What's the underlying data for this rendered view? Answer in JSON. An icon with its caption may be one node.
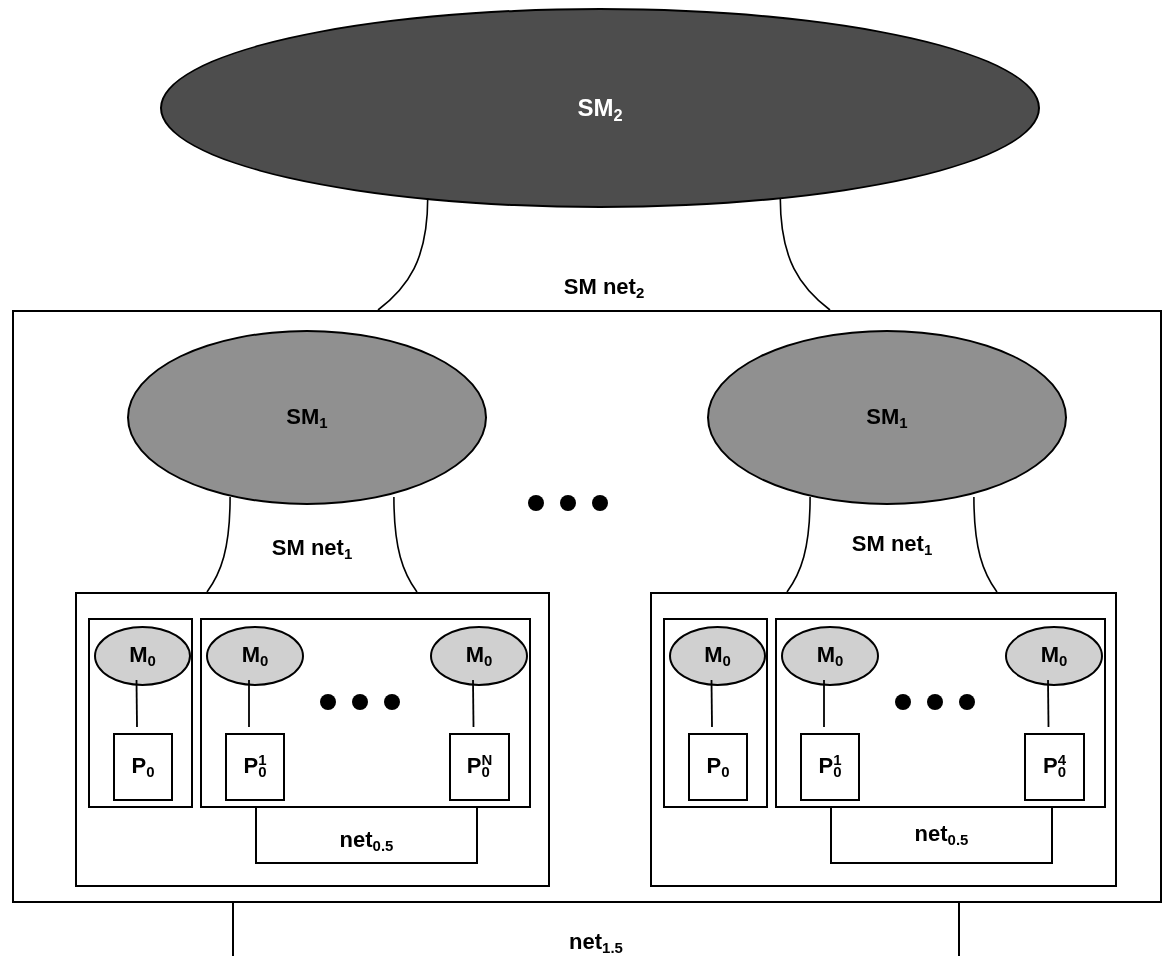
{
  "diagram": {
    "nodes": [
      {
        "text": [
          "SM$_{2}$"
        ]
      },
      {
        "text": [
          "SM net$_{2}$"
        ]
      },
      {
        "text": [],
        "shape": "box"
      },
      {
        "text": [
          "SM$_{1}$"
        ],
        "in": 2
      },
      {
        "text": [
          "SM net$_{1}$"
        ],
        "in": 2
      },
      {
        "text": [],
        "shape": "box",
        "in": 2
      },
      {
        "text": [],
        "shape": "box",
        "in": 5
      },
      {
        "text": [
          "M$_{0}$"
        ],
        "in": 6
      },
      {
        "text": [
          "P$_{0}$"
        ],
        "in": 6
      },
      {
        "text": [],
        "shape": "box",
        "in": 5
      },
      {
        "text": [
          "M$_{0}$"
        ],
        "in": 9
      },
      {
        "text": [
          "M$_{0}$"
        ],
        "in": 9
      },
      {
        "text": [
          "P$_{0}$$^{1}$"
        ],
        "in": 9
      },
      {
        "text": [
          "P$_{0}$$^{N}$"
        ],
        "in": 9
      },
      {
        "text": [
          "net$_{0.5}$"
        ],
        "in": 5
      },
      {
        "text": [
          "SM$_{1}$"
        ],
        "in": 2
      },
      {
        "text": [
          "SM net$_{1}$"
        ],
        "in": 2
      },
      {
        "text": [],
        "shape": "box",
        "in": 2
      },
      {
        "text": [],
        "shape": "box",
        "in": 17
      },
      {
        "text": [
          "M$_{0}$"
        ],
        "in": 18
      },
      {
        "text": [
          "P$_{0}$"
        ],
        "in": 18
      },
      {
        "text": [],
        "shape": "box",
        "in": 17
      },
      {
        "text": [
          "M$_{0}$"
        ],
        "in": 21
      },
      {
        "text": [
          "M$_{0}$"
        ],
        "in": 21
      },
      {
        "text": [
          "P$_{0}$$^{1}$"
        ],
        "in": 21
      },
      {
        "text": [
          "P$_{0}$$^{4}$"
        ],
        "in": 21
      },
      {
        "text": [
          "net$_{0.5}$"
        ],
        "in": 17
      },
      {
        "text": [
          "net$_{1.5}$"
        ]
      }
    ],
    "edges": [
      {
        "from": 7,
        "to": 8,
        "arrow": "none"
      },
      {
        "from": 10,
        "to": 12,
        "arrow": "none"
      },
      {
        "from": 11,
        "to": 13,
        "arrow": "none"
      },
      {
        "from": 19,
        "to": 20,
        "arrow": "none"
      },
      {
        "from": 22,
        "to": 24,
        "arrow": "none"
      },
      {
        "from": 23,
        "to": 25,
        "arrow": "none"
      }
    ]
  }
}
